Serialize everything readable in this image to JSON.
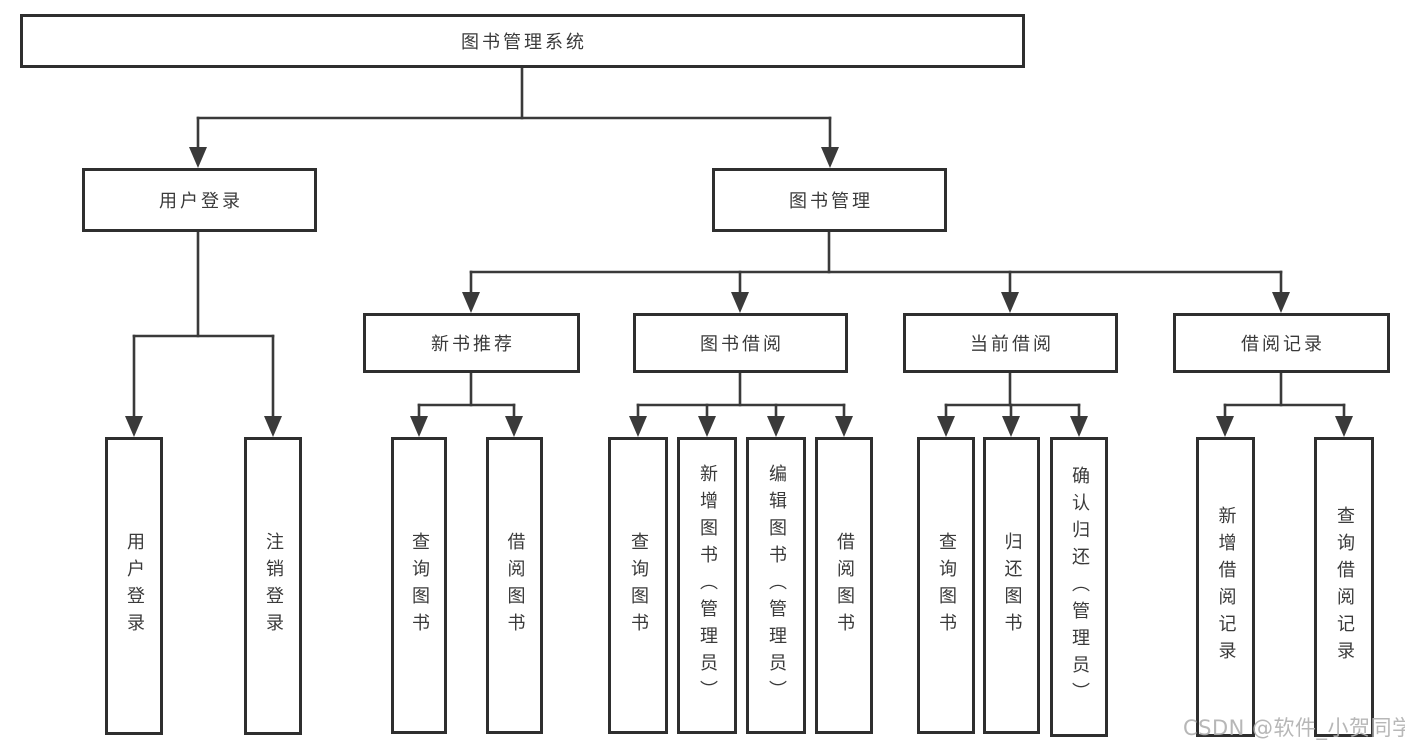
{
  "colors": {
    "box_border": "#2f2f2f",
    "connector_line": "#3a3a3a",
    "text": "#3a3a3a",
    "watermark": "#b1b1b1",
    "background": "#ffffff"
  },
  "watermark": "CSDN @软件_小贺同学",
  "tree": {
    "root": {
      "label": "图书管理系统"
    },
    "branches": [
      {
        "label": "用户登录",
        "children": [
          {
            "label": "用户登录"
          },
          {
            "label": "注销登录"
          }
        ]
      },
      {
        "label": "图书管理",
        "children": [
          {
            "label": "新书推荐",
            "children": [
              {
                "label": "查询图书"
              },
              {
                "label": "借阅图书"
              }
            ]
          },
          {
            "label": "图书借阅",
            "children": [
              {
                "label": "查询图书"
              },
              {
                "label": "新增图书（管理员）"
              },
              {
                "label": "编辑图书（管理员）"
              },
              {
                "label": "借阅图书"
              }
            ]
          },
          {
            "label": "当前借阅",
            "children": [
              {
                "label": "查询图书"
              },
              {
                "label": "归还图书"
              },
              {
                "label": "确认归还（管理员）"
              }
            ]
          },
          {
            "label": "借阅记录",
            "children": [
              {
                "label": "新增借阅记录"
              },
              {
                "label": "查询借阅记录"
              }
            ]
          }
        ]
      }
    ]
  }
}
